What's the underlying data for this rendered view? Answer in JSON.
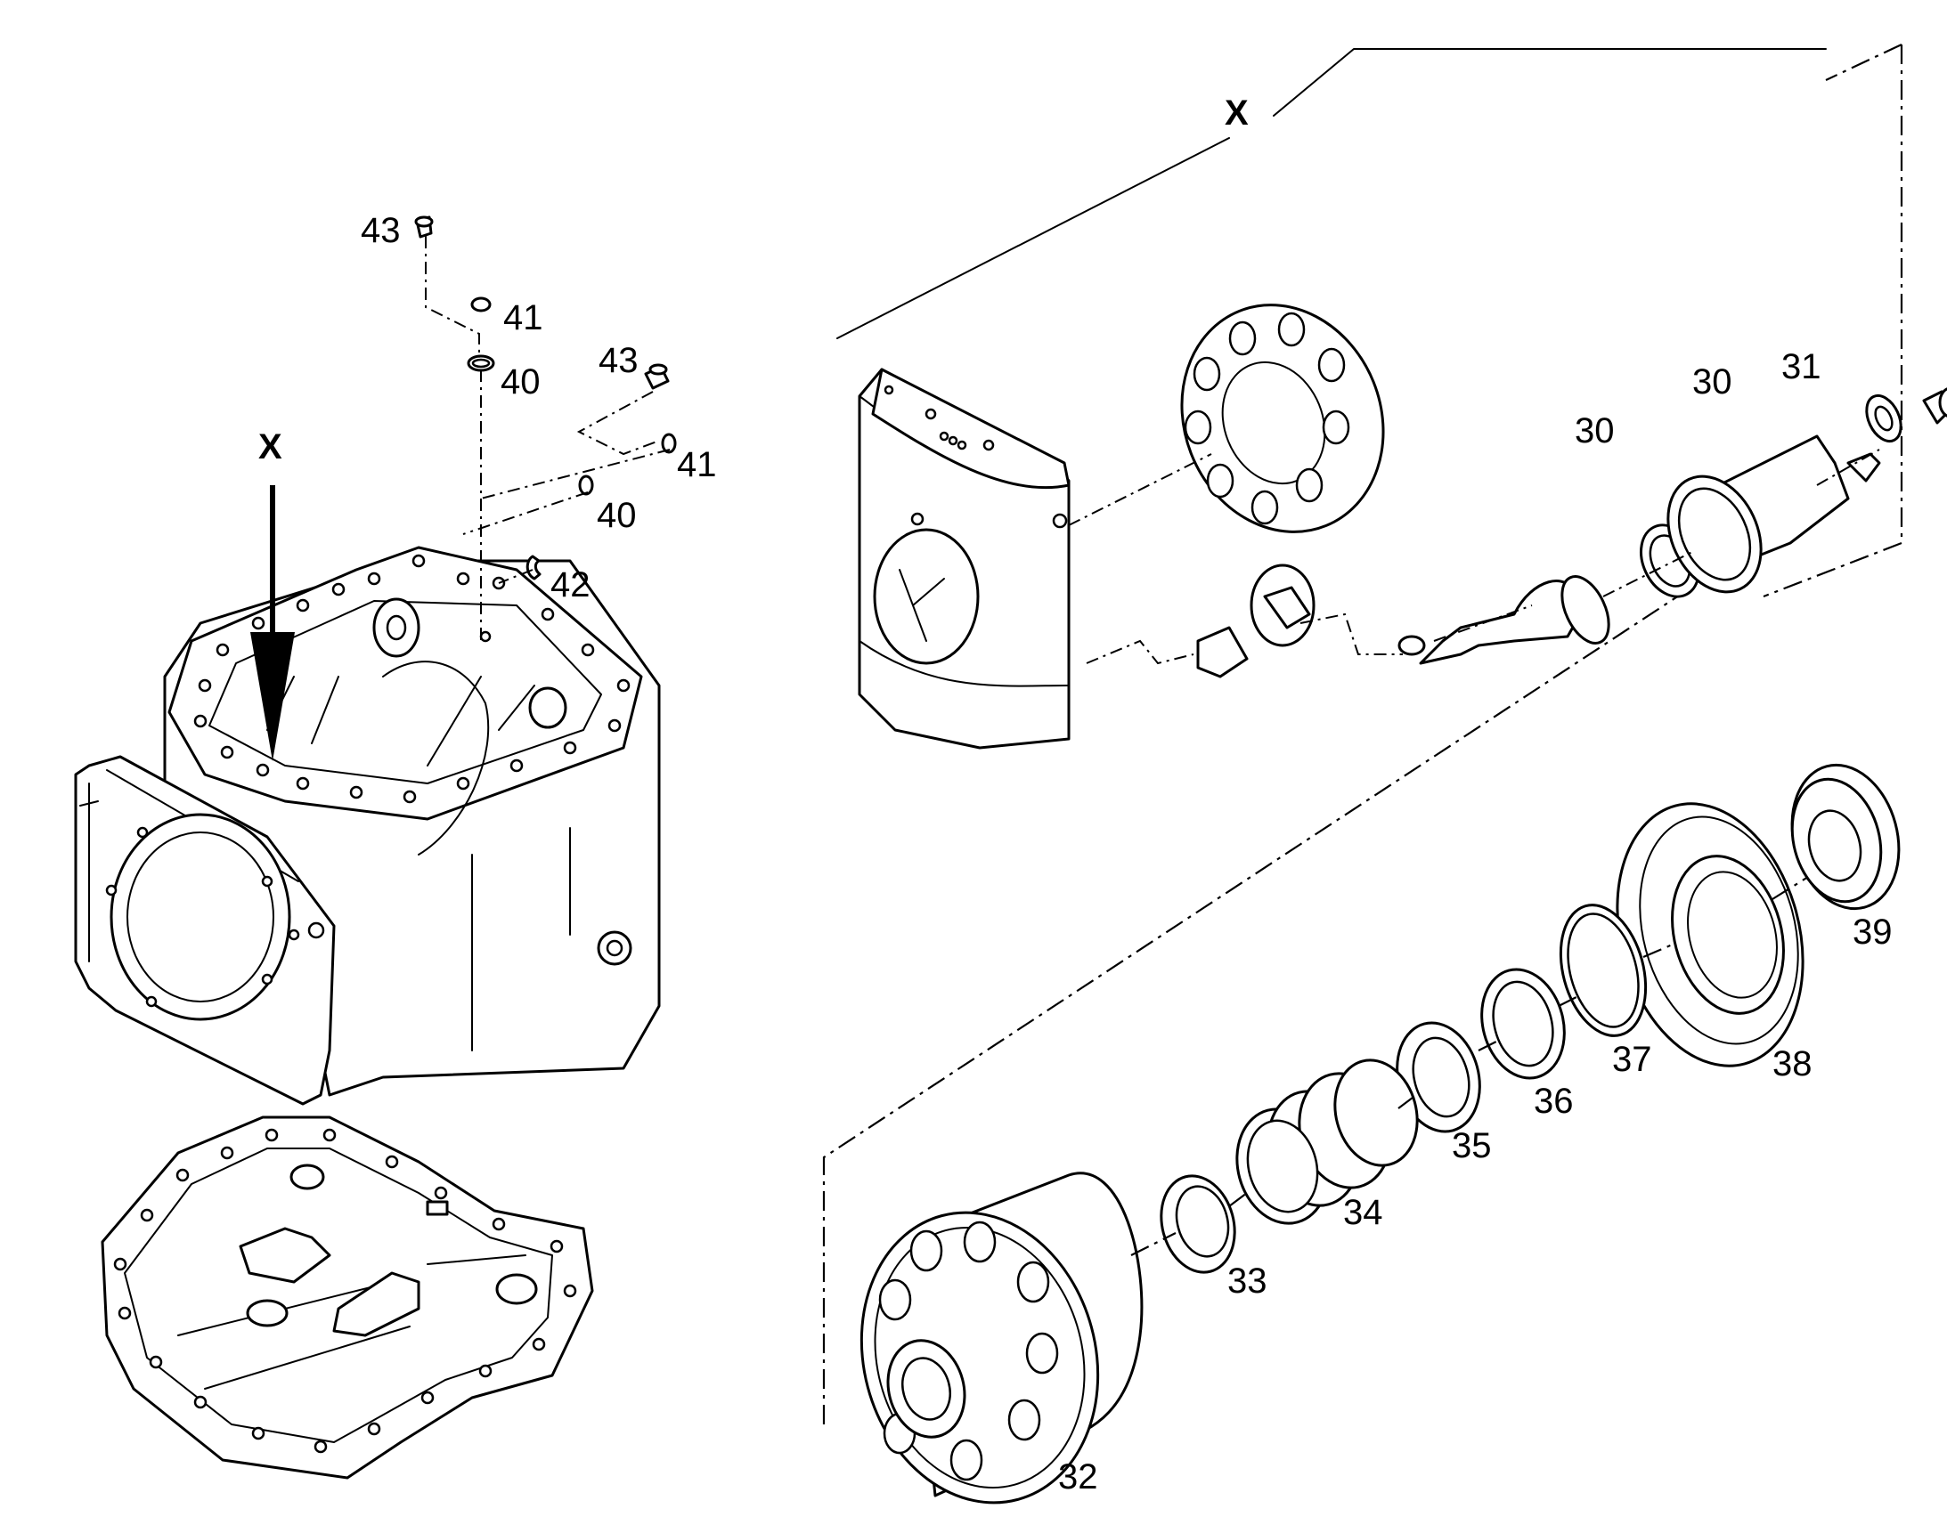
{
  "view_marker": "X",
  "callouts": [
    {
      "id": "c43a",
      "text": "43"
    },
    {
      "id": "c41a",
      "text": "41"
    },
    {
      "id": "c40a",
      "text": "40"
    },
    {
      "id": "c43b",
      "text": "43"
    },
    {
      "id": "c41b",
      "text": "41"
    },
    {
      "id": "c40b",
      "text": "40"
    },
    {
      "id": "c42",
      "text": "42"
    },
    {
      "id": "c30a",
      "text": "30"
    },
    {
      "id": "c30b",
      "text": "30"
    },
    {
      "id": "c31",
      "text": "31"
    },
    {
      "id": "c32",
      "text": "32"
    },
    {
      "id": "c33",
      "text": "33"
    },
    {
      "id": "c34",
      "text": "34"
    },
    {
      "id": "c35",
      "text": "35"
    },
    {
      "id": "c36",
      "text": "36"
    },
    {
      "id": "c37",
      "text": "37"
    },
    {
      "id": "c38",
      "text": "38"
    },
    {
      "id": "c39",
      "text": "39"
    }
  ],
  "line_color": "#000000",
  "background_color": "#ffffff"
}
